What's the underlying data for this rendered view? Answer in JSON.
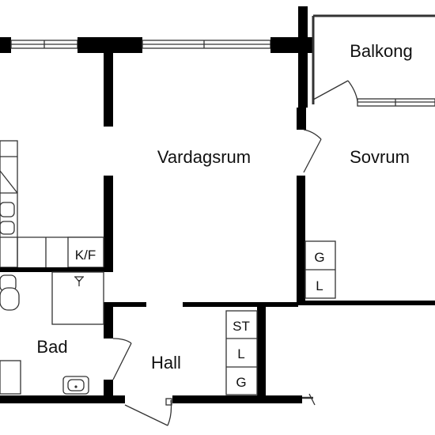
{
  "rooms": {
    "balcony": "Balkong",
    "living": "Vardagsrum",
    "bedroom": "Sovrum",
    "bath": "Bad",
    "hall": "Hall"
  },
  "fixtures": {
    "fridge_freezer": "K/F",
    "bedroom_closet_top": "G",
    "bedroom_closet_bottom": "L",
    "hall_closet_top": "ST",
    "hall_closet_middle": "L",
    "hall_closet_bottom": "G"
  }
}
